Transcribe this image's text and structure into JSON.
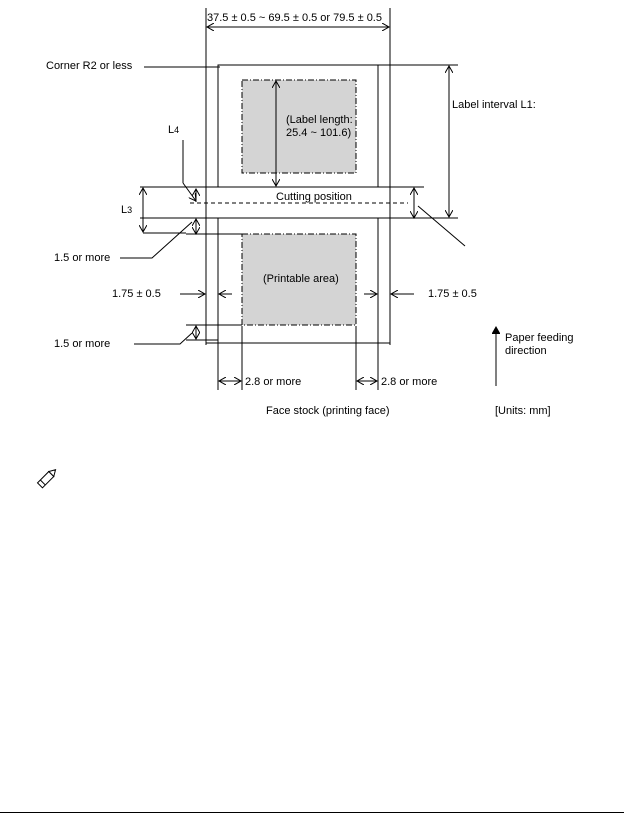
{
  "labels": {
    "width_spec": "37.5 ± 0.5 ~ 69.5 ± 0.5 or 79.5 ± 0.5",
    "corner": "Corner R2 or less",
    "label_interval": "Label interval L1:",
    "label_length_line1": "(Label length:",
    "label_length_line2": "25.4 ~ 101.6)",
    "l4_main": "L",
    "l4_sub": "4",
    "cutting_position": "Cutting position",
    "l3_main": "L",
    "l3_sub": "3",
    "gap_top": "1.5 or more",
    "side_left": "1.75 ± 0.5",
    "printable_area": "(Printable area)",
    "side_right": "1.75 ± 0.5",
    "gap_bottom": "1.5 or more",
    "paper_feed_line1": "Paper feeding",
    "paper_feed_line2": "direction",
    "margin_left": "2.8 or more",
    "margin_right": "2.8 or more",
    "face_stock": "Face stock (printing face)",
    "units": "[Units: mm]"
  },
  "icons": {
    "note": "pencil-note-icon"
  }
}
